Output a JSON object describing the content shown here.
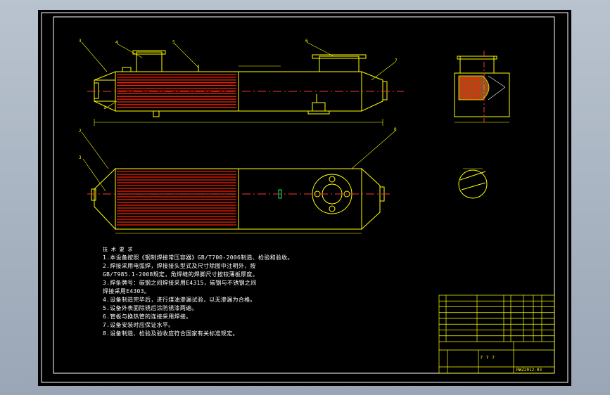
{
  "title_block": {
    "drawing_number": "RWZ2012-03",
    "name_placeholder": "? ? ?"
  },
  "notes": {
    "heading": "技 术 要 求",
    "lines": [
      "1.本设备按照《钢制焊接常压容器》GB/T700-2006制造、检验和验收。",
      "2.焊接采用电弧焊，焊接接头型式及尺寸除图中注明外，按",
      "GB/T985.1-2008规定，角焊缝的焊脚尺寸按较薄板厚度。",
      "3.焊条牌号：碳钢之间焊接采用E4315，碳钢与不锈钢之间",
      "焊接采用E4303。",
      "4.设备制造完毕后，进行煤油渗漏试验，以无渗漏为合格。",
      "5.设备外表面除锈后涂防锈漆两遍。",
      "6.管板与换热管的连接采用焊接。",
      "7.设备安装时应保证水平。",
      "8.设备制造、检验及验收应符合国家有关标准规定。"
    ]
  },
  "part_labels": [
    "1",
    "2",
    "3",
    "4",
    "5",
    "6",
    "7",
    "8"
  ],
  "colors": {
    "frame": "#ffffff",
    "outline": "#ffff00",
    "tubes": "#ff2200",
    "centerline": "#ff3333",
    "background": "#000000"
  }
}
